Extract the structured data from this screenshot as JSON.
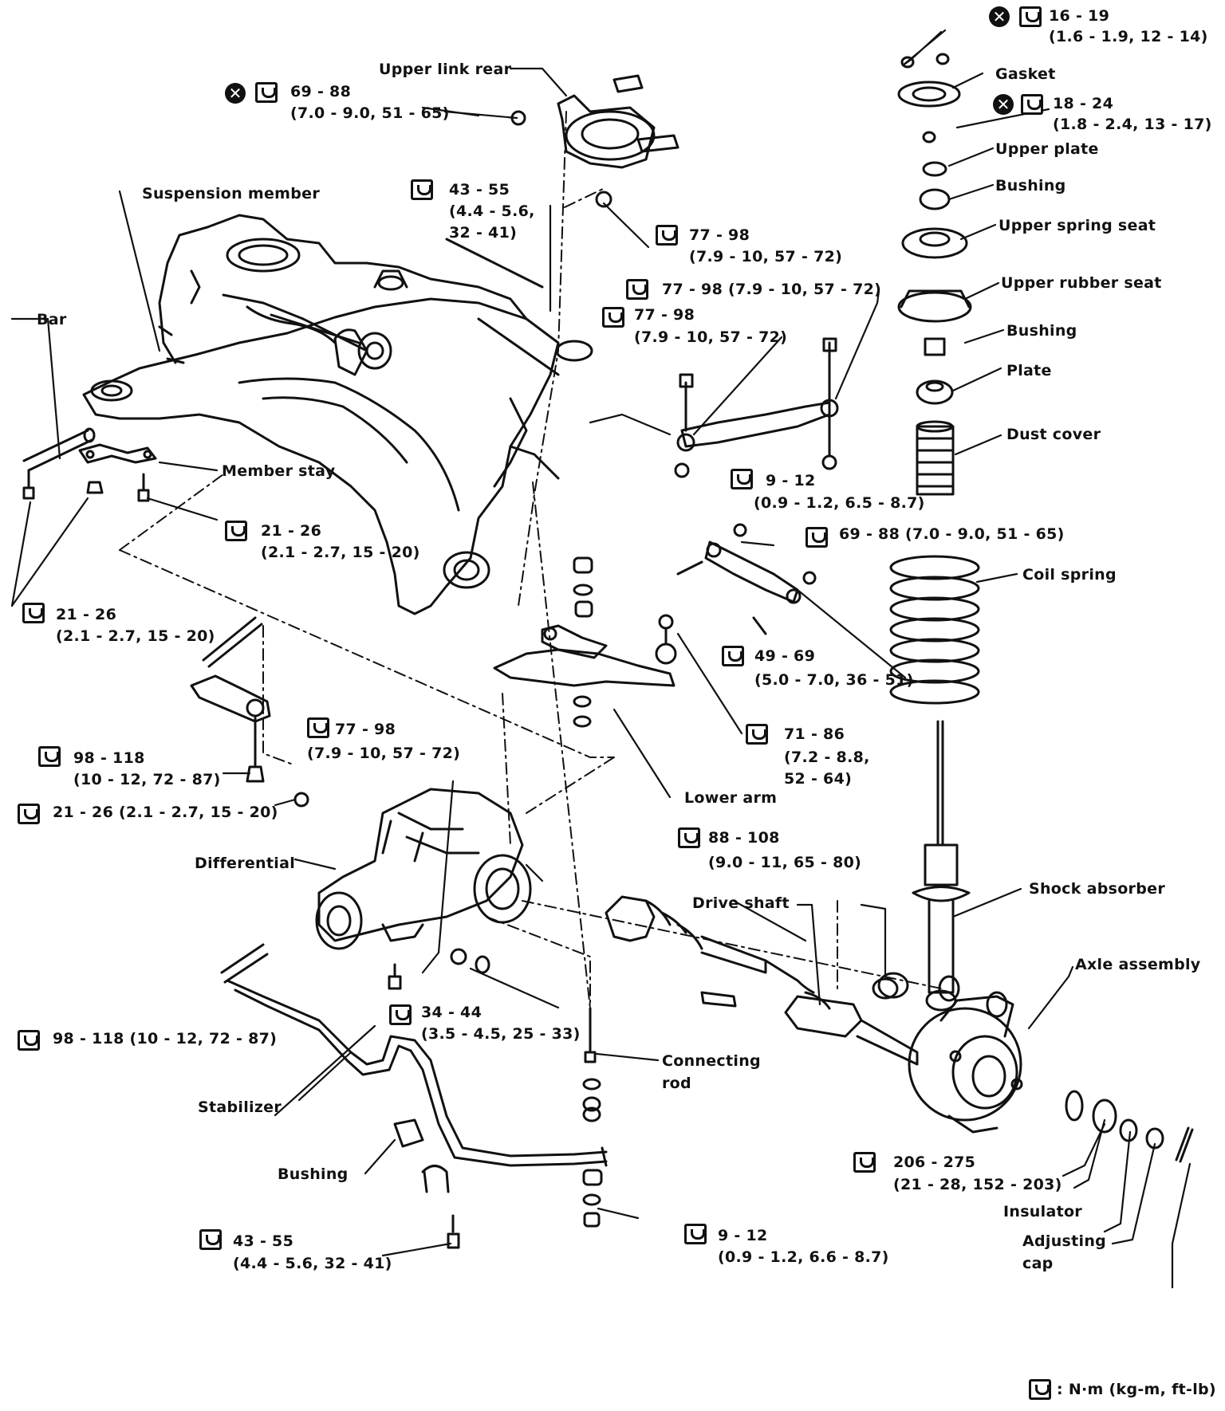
{
  "legend": {
    "icon": "torque-wrench-icon",
    "text": ": N·m (kg-m, ft-lb)"
  },
  "labels": {
    "upper_link_rear": "Upper link rear",
    "suspension_member": "Suspension member",
    "bar": "Bar",
    "member_stay": "Member stay",
    "gasket": "Gasket",
    "upper_plate": "Upper plate",
    "bushing_top": "Bushing",
    "upper_spring_seat": "Upper spring seat",
    "upper_rubber_seat": "Upper rubber seat",
    "bushing_mid": "Bushing",
    "plate": "Plate",
    "dust_cover": "Dust cover",
    "coil_spring": "Coil spring",
    "lower_arm": "Lower arm",
    "differential": "Differential",
    "drive_shaft": "Drive shaft",
    "shock_absorber": "Shock absorber",
    "axle_assembly": "Axle assembly",
    "connecting_rod_1": "Connecting",
    "connecting_rod_2": "rod",
    "stabilizer": "Stabilizer",
    "bushing_bottom": "Bushing",
    "insulator": "Insulator",
    "adjusting_cap_1": "Adjusting",
    "adjusting_cap_2": "cap"
  },
  "torques": {
    "t_16_19": {
      "line1": "16 - 19",
      "line2": "(1.6 - 1.9, 12 - 14)"
    },
    "t_18_24": {
      "line1": "18 - 24",
      "line2": "(1.8 - 2.4, 13 - 17)"
    },
    "t_69_88_top": {
      "line1": "69 - 88",
      "line2": "(7.0 - 9.0, 51 - 65)"
    },
    "t_43_55_top": {
      "line1": "43 - 55",
      "line2": "(4.4 - 5.6,",
      "line3": "32 - 41)"
    },
    "t_77_98_a": {
      "line1": "77 - 98",
      "line2": "(7.9 - 10, 57 - 72)"
    },
    "t_77_98_b": {
      "line1": "77 - 98 (7.9 - 10, 57 - 72)"
    },
    "t_77_98_c": {
      "line1": "77 - 98",
      "line2": "(7.9 - 10, 57 - 72)"
    },
    "t_9_12_top": {
      "line1": "9 - 12",
      "line2": "(0.9 - 1.2, 6.5 - 8.7)"
    },
    "t_69_88_mid": {
      "line1": "69 - 88 (7.0 - 9.0, 51 - 65)"
    },
    "t_21_26_a": {
      "line1": "21 - 26",
      "line2": "(2.1 - 2.7, 15 - 20)"
    },
    "t_21_26_b": {
      "line1": "21 - 26",
      "line2": "(2.1 - 2.7, 15 - 20)"
    },
    "t_49_69": {
      "line1": "49 - 69",
      "line2": "(5.0 - 7.0, 36 - 51)"
    },
    "t_71_86": {
      "line1": "71 - 86",
      "line2": "(7.2 - 8.8,",
      "line3": "52 - 64)"
    },
    "t_77_98_d": {
      "line1": "77 - 98",
      "line2": "(7.9 - 10, 57 - 72)"
    },
    "t_98_118_a": {
      "line1": "98 - 118",
      "line2": "(10 - 12, 72 - 87)"
    },
    "t_21_26_c": {
      "line1": "21 - 26 (2.1 - 2.7, 15 - 20)"
    },
    "t_88_108": {
      "line1": "88 - 108",
      "line2": "(9.0 - 11, 65 - 80)"
    },
    "t_34_44": {
      "line1": "34 - 44",
      "line2": "(3.5 - 4.5, 25 - 33)"
    },
    "t_98_118_b": {
      "line1": "98 - 118 (10 - 12, 72 - 87)"
    },
    "t_206_275": {
      "line1": "206 - 275",
      "line2": "(21 - 28, 152 - 203)"
    },
    "t_43_55_bottom": {
      "line1": "43 - 55",
      "line2": "(4.4 - 5.6, 32 - 41)"
    },
    "t_9_12_bottom": {
      "line1": "9 - 12",
      "line2": "(0.9 - 1.2, 6.6 - 8.7)"
    }
  }
}
